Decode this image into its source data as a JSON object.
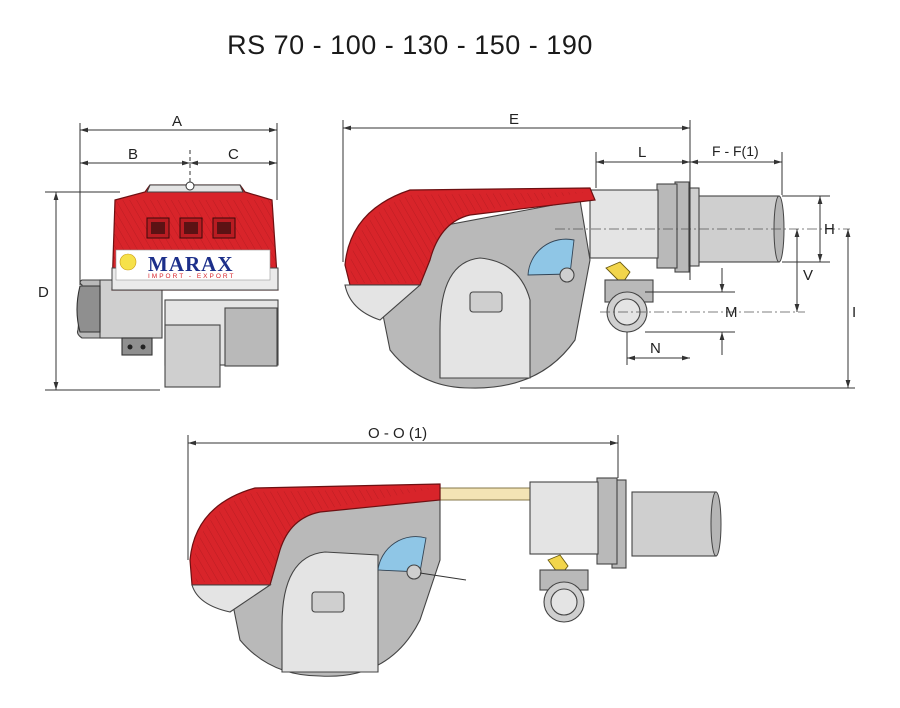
{
  "title": "RS 70 - 100 - 130 - 150 - 190",
  "logo": {
    "brand": "MARAX",
    "tagline": "IMPORT - EXPORT",
    "colors": {
      "brand": "#1c2f8a",
      "tagline": "#d8242a"
    }
  },
  "dimensions": {
    "A": "A",
    "B": "B",
    "C": "C",
    "D": "D",
    "E": "E",
    "L": "L",
    "F": "F - F(1)",
    "H": "H",
    "V": "V",
    "I": "I",
    "M": "M",
    "N": "N",
    "O": "O - O (1)"
  },
  "colors": {
    "housing_red": "#d8242a",
    "metal_grey": "#cfcfcf",
    "damper_blue": "#8fc6e6",
    "cam_yellow": "#f2d54b"
  }
}
